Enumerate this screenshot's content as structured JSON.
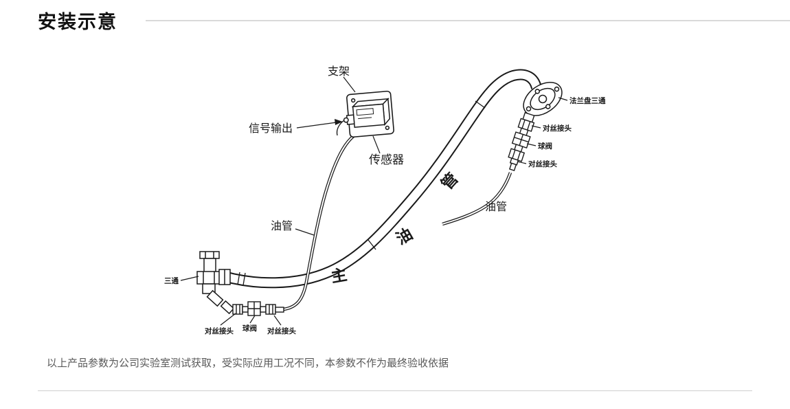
{
  "header": {
    "title": "安装示意"
  },
  "diagram": {
    "labels": {
      "bracket": "支架",
      "signal_output": "信号输出",
      "sensor": "传感器",
      "flange_tee": "法兰盘三通",
      "joint_right_top": "对丝接头",
      "valve_right": "球阀",
      "joint_right_bottom": "对丝接头",
      "oil_pipe_right": "油管",
      "oil_pipe_left": "油管",
      "tee": "三通",
      "joint_bottom_left": "对丝接头",
      "valve_bottom": "球阀",
      "joint_bottom_right": "对丝接头",
      "main_pipe_char1": "主",
      "main_pipe_char2": "油",
      "main_pipe_char3": "管"
    }
  },
  "footer": {
    "disclaimer": "以上产品参数为公司实验室测试获取，受实际应用工况不同，本参数不作为最终验收依据"
  },
  "colors": {
    "ink": "#1a1a1a",
    "muted_text": "#595959",
    "divider": "#d9d9d9"
  }
}
